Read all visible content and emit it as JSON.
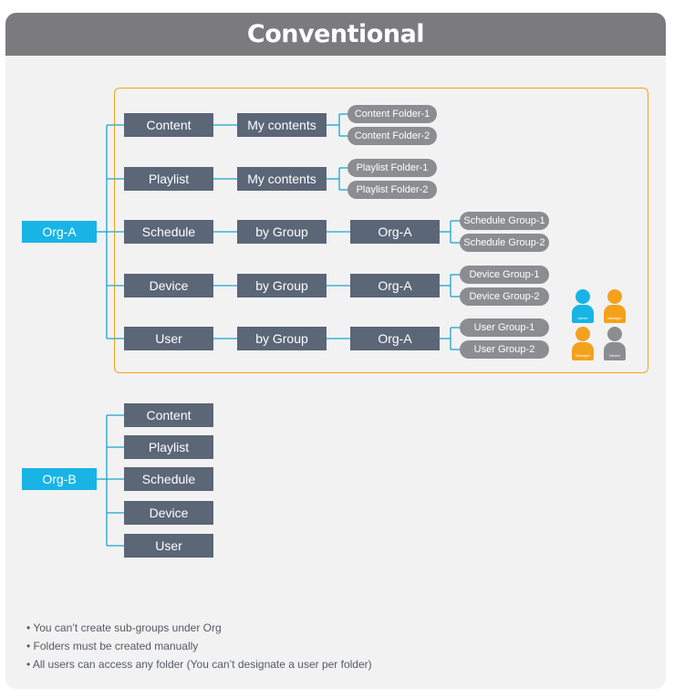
{
  "title": "Conventional",
  "colors": {
    "header": "#7b7b7e",
    "frame": "#f4a21d",
    "org": "#18b4e6",
    "node": "#5b6677",
    "pill": "#8c8d90",
    "line": "#1ba6c9",
    "admin": "#18b4e6",
    "manager": "#f4a21d",
    "viewer": "#8c8d90"
  },
  "org_a": {
    "label": "Org-A",
    "rows": [
      {
        "category": "Content",
        "level2": "My contents",
        "folders": [
          "Content Folder-1",
          "Content Folder-2"
        ]
      },
      {
        "category": "Playlist",
        "level2": "My contents",
        "folders": [
          "Playlist Folder-1",
          "Playlist Folder-2"
        ]
      },
      {
        "category": "Schedule",
        "level2": "by Group",
        "level3": "Org-A",
        "folders": [
          "Schedule Group-1",
          "Schedule Group-2"
        ]
      },
      {
        "category": "Device",
        "level2": "by Group",
        "level3": "Org-A",
        "folders": [
          "Device Group-1",
          "Device Group-2"
        ]
      },
      {
        "category": "User",
        "level2": "by Group",
        "level3": "Org-A",
        "folders": [
          "User Group-1",
          "User Group-2"
        ]
      }
    ]
  },
  "org_b": {
    "label": "Org-B",
    "items": [
      "Content",
      "Playlist",
      "Schedule",
      "Device",
      "User"
    ]
  },
  "roles": [
    {
      "label": "Admin",
      "icon": "admin-user-icon",
      "color": "#18b4e6"
    },
    {
      "label": "Manager",
      "icon": "manager-user-icon",
      "color": "#f4a21d"
    },
    {
      "label": "Manager",
      "icon": "manager-user-icon",
      "color": "#f4a21d"
    },
    {
      "label": "Viewer",
      "icon": "viewer-user-icon",
      "color": "#8c8d90"
    }
  ],
  "notes": [
    "• You can’t create sub-groups under Org",
    "• Folders must be created manually",
    "• All users can access any folder (You can’t designate a user per folder)"
  ]
}
